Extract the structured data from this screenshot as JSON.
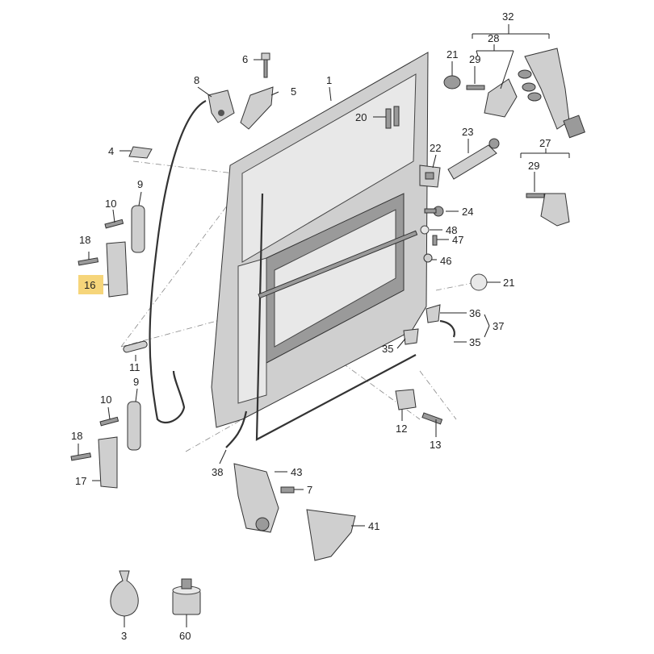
{
  "callouts": [
    {
      "id": "c32",
      "text": "32"
    },
    {
      "id": "c28",
      "text": "28"
    },
    {
      "id": "c29a",
      "text": "29"
    },
    {
      "id": "c21a",
      "text": "21"
    },
    {
      "id": "c6",
      "text": "6"
    },
    {
      "id": "c8",
      "text": "8"
    },
    {
      "id": "c5",
      "text": "5"
    },
    {
      "id": "c1",
      "text": "1"
    },
    {
      "id": "c20",
      "text": "20"
    },
    {
      "id": "c23",
      "text": "23"
    },
    {
      "id": "c4",
      "text": "4"
    },
    {
      "id": "c22",
      "text": "22"
    },
    {
      "id": "c27",
      "text": "27"
    },
    {
      "id": "c29b",
      "text": "29"
    },
    {
      "id": "c9a",
      "text": "9"
    },
    {
      "id": "c10a",
      "text": "10"
    },
    {
      "id": "c24",
      "text": "24"
    },
    {
      "id": "c48",
      "text": "48"
    },
    {
      "id": "c47",
      "text": "47"
    },
    {
      "id": "c18a",
      "text": "18"
    },
    {
      "id": "c46",
      "text": "46"
    },
    {
      "id": "c16",
      "text": "16"
    },
    {
      "id": "c21b",
      "text": "21"
    },
    {
      "id": "c36",
      "text": "36"
    },
    {
      "id": "c37",
      "text": "37"
    },
    {
      "id": "c35a",
      "text": "35"
    },
    {
      "id": "c35b",
      "text": "35"
    },
    {
      "id": "c11",
      "text": "11"
    },
    {
      "id": "c9b",
      "text": "9"
    },
    {
      "id": "c10b",
      "text": "10"
    },
    {
      "id": "c12",
      "text": "12"
    },
    {
      "id": "c13",
      "text": "13"
    },
    {
      "id": "c18b",
      "text": "18"
    },
    {
      "id": "c38",
      "text": "38"
    },
    {
      "id": "c43",
      "text": "43"
    },
    {
      "id": "c17",
      "text": "17"
    },
    {
      "id": "c7",
      "text": "7"
    },
    {
      "id": "c41",
      "text": "41"
    },
    {
      "id": "c3",
      "text": "3"
    },
    {
      "id": "c60",
      "text": "60"
    }
  ],
  "colors": {
    "highlight": "#f6d57a",
    "line": "#222222",
    "part": "#cfcfcf"
  }
}
